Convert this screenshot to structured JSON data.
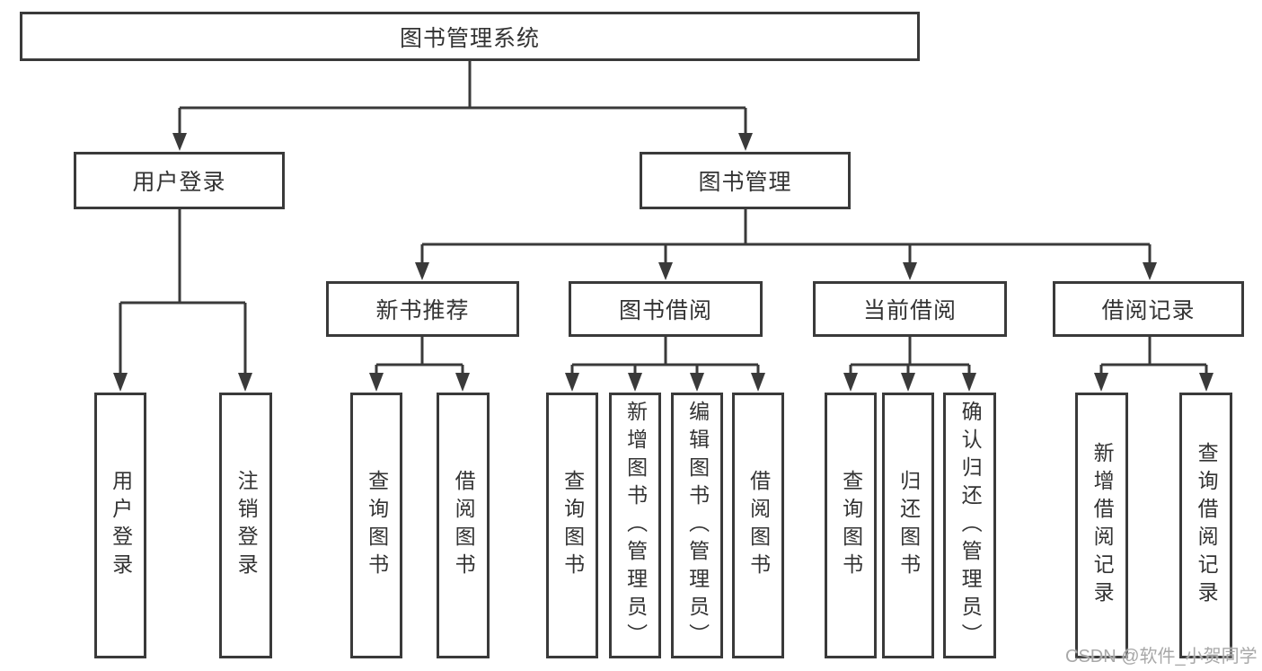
{
  "diagram": {
    "root": "图书管理系统",
    "user_login": {
      "label": "用户登录",
      "children": [
        "用户登录",
        "注销登录"
      ]
    },
    "book_mgmt": {
      "label": "图书管理",
      "groups": [
        {
          "label": "新书推荐",
          "children": [
            "查询图书",
            "借阅图书"
          ]
        },
        {
          "label": "图书借阅",
          "children": [
            "查询图书",
            "新增图书（管理员）",
            "编辑图书（管理员）",
            "借阅图书"
          ]
        },
        {
          "label": "当前借阅",
          "children": [
            "查询图书",
            "归还图书",
            "确认归还（管理员）"
          ]
        },
        {
          "label": "借阅记录",
          "children": [
            "新增借阅记录",
            "查询借阅记录"
          ]
        }
      ]
    }
  },
  "watermark": "CSDN @软件_小贺同学",
  "colors": {
    "line": "#3a3a3a",
    "text": "#333333",
    "watermark": "#a8a8a8",
    "background": "#ffffff"
  }
}
